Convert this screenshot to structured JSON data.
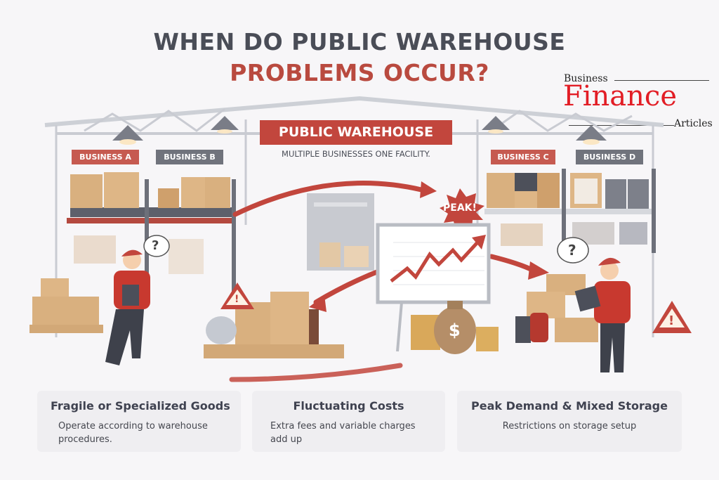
{
  "header": {
    "title_line1": "WHEN DO PUBLIC WAREHOUSE",
    "title_line2": "PROBLEMS OCCUR?"
  },
  "logo": {
    "top": "Business",
    "main": "Finance",
    "bottom": "Articles"
  },
  "warehouse": {
    "sign": "PUBLIC WAREHOUSE",
    "subtitle": "MULTIPLE BUSINESSES ONE FACILITY.",
    "businesses": [
      {
        "label": "BUSINESS A",
        "color": "#c65a50"
      },
      {
        "label": "BUSINESS B",
        "color": "#70737c"
      },
      {
        "label": "BUSINESS C",
        "color": "#c65a50"
      },
      {
        "label": "BUSINESS D",
        "color": "#70737c"
      }
    ],
    "peak_badge": "PEAK!",
    "question_mark": "?",
    "warning_mark": "!",
    "dollar_sign": "$"
  },
  "cards": [
    {
      "title": "Fragile or Specialized Goods",
      "desc_line1": "Operate according to warehouse",
      "desc_line2": "procedures."
    },
    {
      "title": "Fluctuating Costs",
      "desc_line1": "Extra fees and variable charges",
      "desc_line2": "add up"
    },
    {
      "title": "Peak Demand & Mixed Storage",
      "desc_line1": "Restrictions on storage setup",
      "desc_line2": ""
    }
  ],
  "colors": {
    "accent_red": "#c2463d",
    "dark_gray": "#4a4d57",
    "box_tan": "#d9b07f",
    "background": "#f7f6f8"
  }
}
